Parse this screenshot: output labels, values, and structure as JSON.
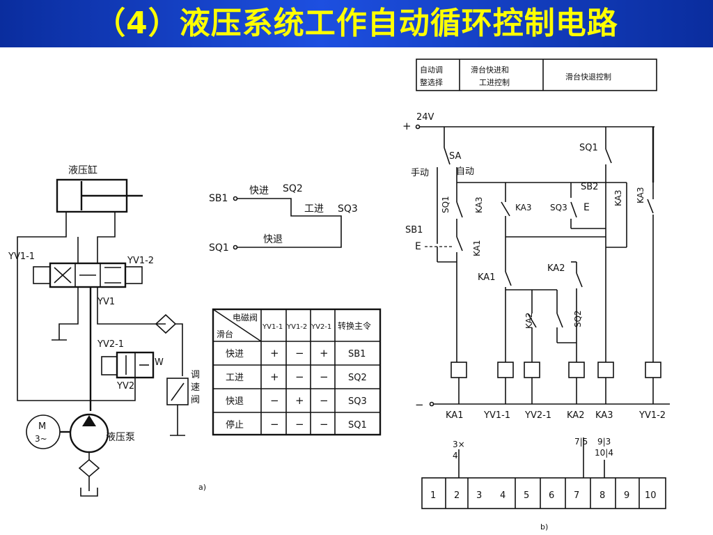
{
  "title": "（4）液压系统工作自动循环控制电路",
  "hydraulic": {
    "cylinder_label": "液压缸",
    "valve1_left": "YV1-1",
    "valve1_right": "YV1-2",
    "valve1_name": "YV1",
    "valve2_top": "YV2-1",
    "valve2_bottom": "YV2",
    "valve2_side": "W",
    "speed_valve_label": "调速阀",
    "motor_label": "M\n3~",
    "pump_label": "液压泵",
    "caption": "a)"
  },
  "cycle": {
    "sb1": "SB1",
    "fast_forward": "快进",
    "sq2": "SQ2",
    "work_feed": "工进",
    "sq3": "SQ3",
    "sq1": "SQ1",
    "fast_return": "快退"
  },
  "table": {
    "header_diag_top": "电磁阀",
    "header_diag_bottom": "滑台",
    "columns": [
      "YV1-1",
      "YV1-2",
      "YV2-1",
      "转换主令"
    ],
    "rows": [
      {
        "name": "快进",
        "values": [
          "+",
          "−",
          "+",
          "SB1"
        ]
      },
      {
        "name": "工进",
        "values": [
          "+",
          "−",
          "−",
          "SQ2"
        ]
      },
      {
        "name": "快退",
        "values": [
          "−",
          "+",
          "−",
          "SQ3"
        ]
      },
      {
        "name": "停止",
        "values": [
          "−",
          "−",
          "−",
          "SQ1"
        ]
      }
    ]
  },
  "circuit": {
    "header": [
      "自动调整选择",
      "滑台快进和工进控制",
      "滑台快退控制"
    ],
    "supply": "24V",
    "plus": "+",
    "minus": "−",
    "sa": "SA",
    "manual": "手动",
    "auto": "自动",
    "contacts": {
      "sq1_top": "SQ1",
      "sb2": "SB2",
      "ka3_a": "KA3",
      "ka3_b": "KA3",
      "ka3_c": "KA3",
      "sq1_b": "SQ1",
      "ka3_d": "KA3",
      "sq3": "SQ3",
      "sb1": "SB1",
      "ka1_a": "KA1",
      "ka1_b": "KA1",
      "ka2_a": "KA2",
      "ka2_b": "KA2",
      "sq2": "SQ2"
    },
    "coils": [
      "KA1",
      "YV1-1",
      "YV2-1",
      "KA2",
      "KA3",
      "YV1-2"
    ],
    "ladder_numbers": [
      "1",
      "2",
      "3",
      "4",
      "5",
      "6",
      "7",
      "8",
      "9",
      "10"
    ],
    "cross_refs": {
      "col2": "3×\n4",
      "col7": "7|5",
      "col8": "9|3\n10|4"
    },
    "caption": "b)"
  }
}
